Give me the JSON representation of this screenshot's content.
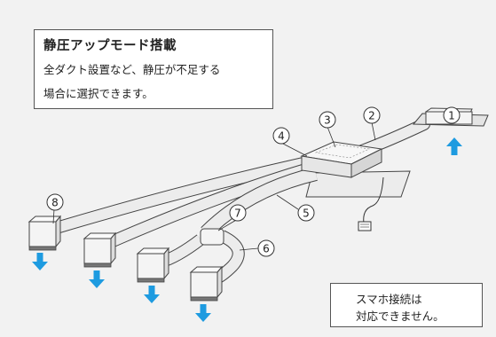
{
  "info_box": {
    "title": "静圧アップモード搭載",
    "line1": "全ダクト設置など、静圧が不足する",
    "line2": "場合に選択できます。"
  },
  "note_box": {
    "line1": "スマホ接続は",
    "line2": "対応できません。"
  },
  "callouts": [
    "1",
    "2",
    "3",
    "4",
    "5",
    "6",
    "7",
    "8"
  ],
  "colors": {
    "arrow": "#1e9be0",
    "duct": "#e9e9e9",
    "outline": "#444444",
    "background": "#f2f2f2"
  }
}
